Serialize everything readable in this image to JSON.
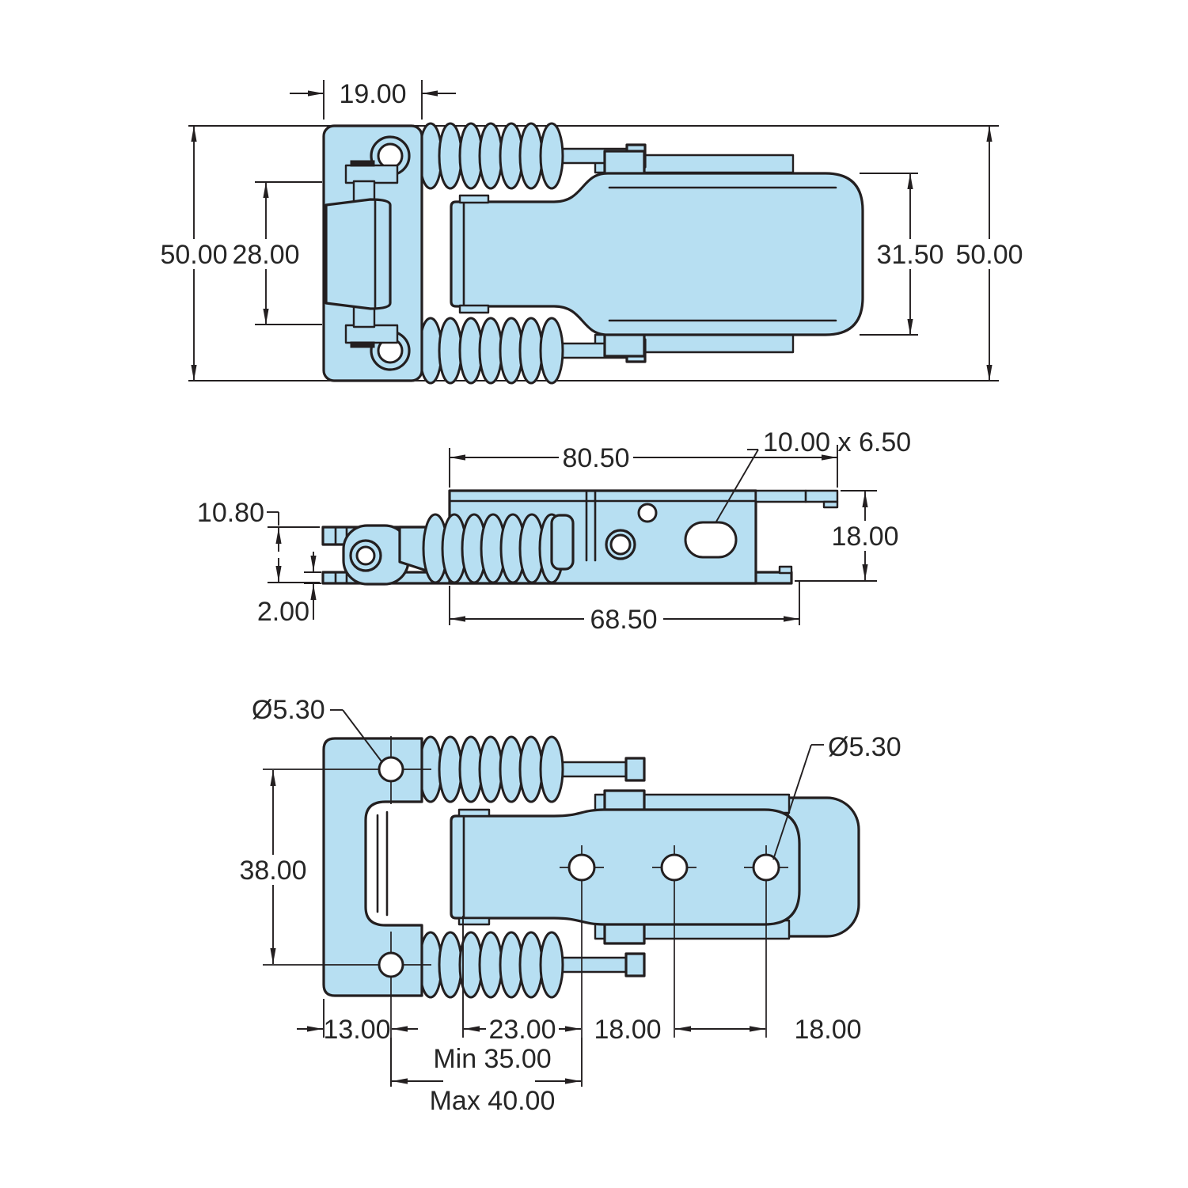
{
  "drawing": {
    "type": "engineering-drawing",
    "subject": "spring claw toggle latch, three orthographic views",
    "colors": {
      "part_fill": "#b7dff2",
      "line": "#231f20",
      "background": "#ffffff"
    },
    "views": {
      "top": {
        "name": "top plan view",
        "dims": {
          "bracket_width": "19.00",
          "overall_height_left": "50.00",
          "pivot_span": "28.00",
          "lever_width": "31.50",
          "overall_height_right": "50.00"
        }
      },
      "side": {
        "name": "side elevation view",
        "dims": {
          "overall_length": "80.50",
          "slot_size": "10.00 x 6.50",
          "hook_height": "10.80",
          "plate_thickness": "2.00",
          "base_length": "68.50",
          "body_height": "18.00"
        }
      },
      "bottom": {
        "name": "bottom plan view",
        "dims": {
          "bracket_hole_dia": "Ø5.30",
          "lever_hole_dia": "Ø5.30",
          "bracket_hole_spacing": "38.00",
          "edge_to_hole": "13.00",
          "hole_offset": "23.00",
          "hole_pitch_1": "18.00",
          "hole_pitch_2": "18.00",
          "adjust_min": "Min 35.00",
          "adjust_max": "Max 40.00"
        }
      }
    }
  }
}
